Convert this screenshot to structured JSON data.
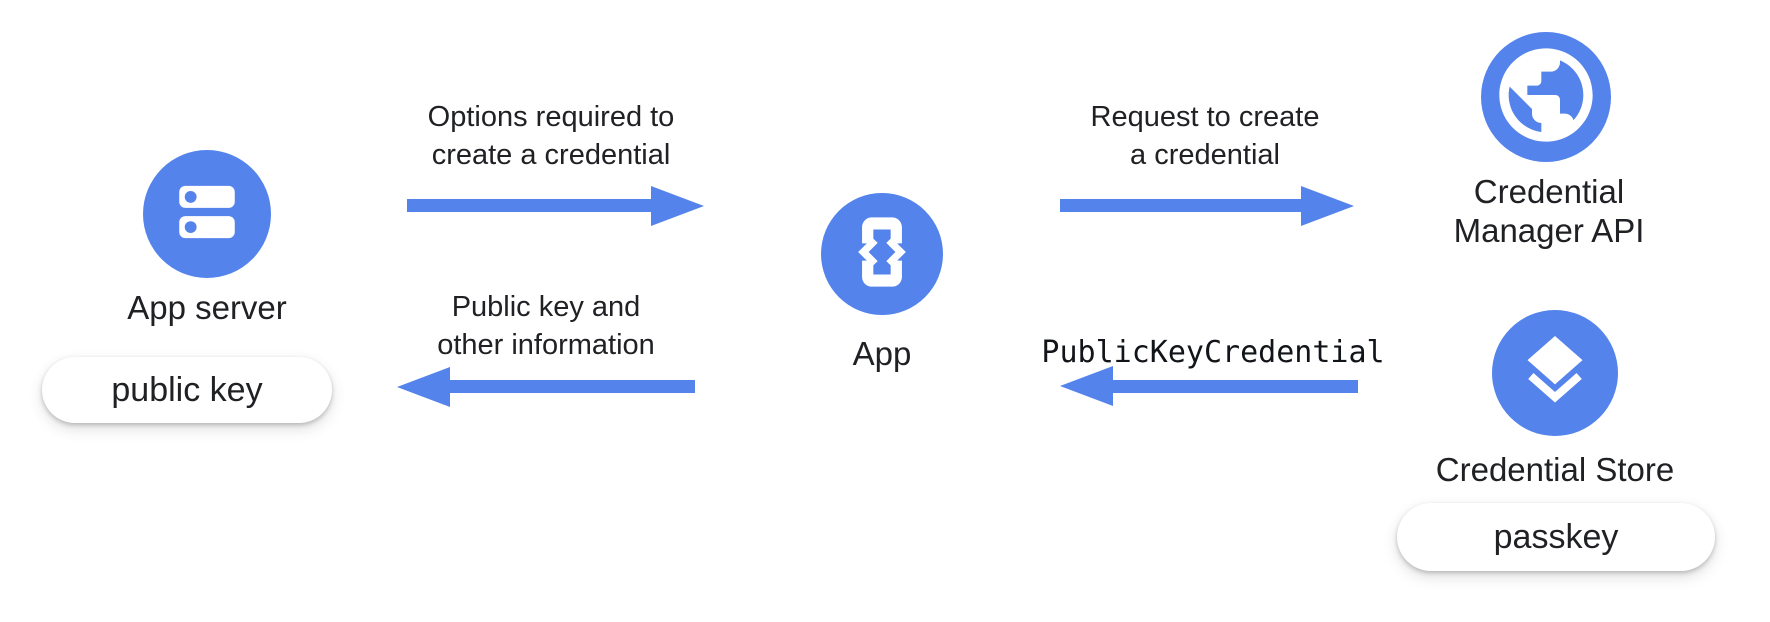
{
  "diagram": {
    "background": "#ffffff",
    "accent_blue": "#5483EB",
    "text_color": "#202124",
    "nodes": {
      "app_server": {
        "label": "App server",
        "icon": "server-icon",
        "badge": "public key"
      },
      "app": {
        "label": "App",
        "icon": "phone-code-icon"
      },
      "credential_manager_api": {
        "label_line1": "Credential",
        "label_line2": "Manager API",
        "icon": "globe-icon"
      },
      "credential_store": {
        "label": "Credential Store",
        "icon": "layers-icon",
        "badge": "passkey"
      }
    },
    "arrows": [
      {
        "name": "options-to-create-credential",
        "direction": "right",
        "from": "App server",
        "to": "App",
        "label_line1": "Options required to",
        "label_line2": "create a credential"
      },
      {
        "name": "request-to-create-credential",
        "direction": "right",
        "from": "App",
        "to": "Credential Manager API",
        "label_line1": "Request to create",
        "label_line2": "a credential"
      },
      {
        "name": "publickeycredential-return",
        "direction": "left",
        "from": "Credential Store",
        "to": "App",
        "label_line1": "PublicKeyCredential",
        "mono": true
      },
      {
        "name": "public-key-return",
        "direction": "left",
        "from": "App",
        "to": "App server",
        "label_line1": "Public key and",
        "label_line2": "other information"
      }
    ]
  }
}
